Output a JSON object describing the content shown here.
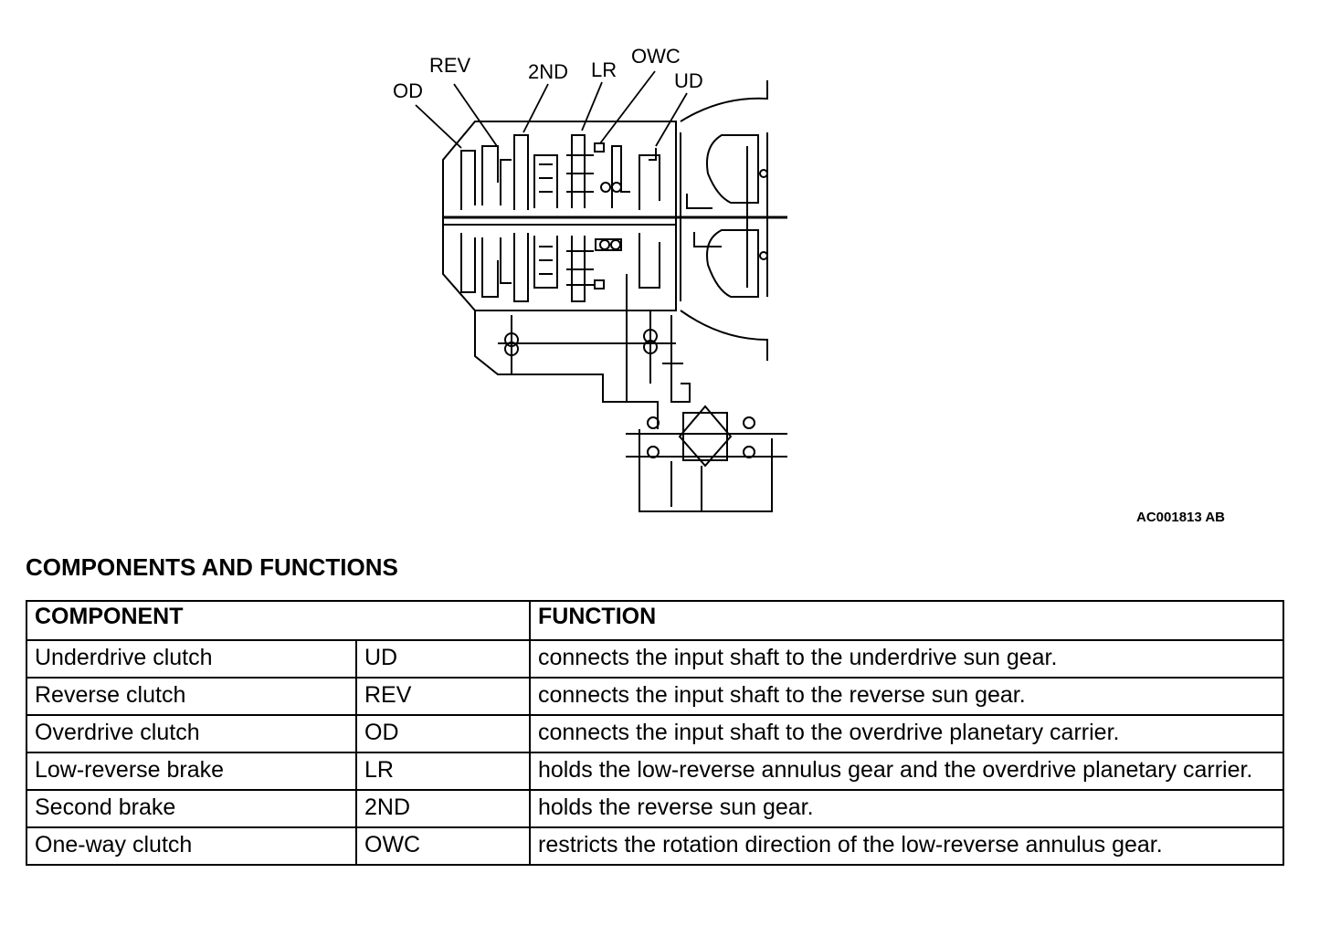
{
  "diagram": {
    "labels": {
      "od": "OD",
      "rev": "REV",
      "second": "2ND",
      "lr": "LR",
      "owc": "OWC",
      "ud": "UD"
    },
    "figure_code": "AC001813 AB"
  },
  "section": {
    "heading": "COMPONENTS AND FUNCTIONS"
  },
  "table": {
    "headers": {
      "component": "COMPONENT",
      "function": "FUNCTION"
    },
    "rows": [
      {
        "name": "Underdrive clutch",
        "abbr": "UD",
        "function": "connects the input shaft to the underdrive sun gear."
      },
      {
        "name": "Reverse clutch",
        "abbr": "REV",
        "function": "connects the input shaft to the reverse sun gear."
      },
      {
        "name": "Overdrive clutch",
        "abbr": "OD",
        "function": "connects the input shaft to the overdrive planetary carrier."
      },
      {
        "name": "Low-reverse brake",
        "abbr": "LR",
        "function": "holds the low-reverse annulus gear and the overdrive planetary carrier."
      },
      {
        "name": "Second brake",
        "abbr": "2ND",
        "function": "holds the reverse sun gear."
      },
      {
        "name": "One-way clutch",
        "abbr": "OWC",
        "function": "restricts the rotation direction of the low-reverse annulus gear."
      }
    ]
  }
}
